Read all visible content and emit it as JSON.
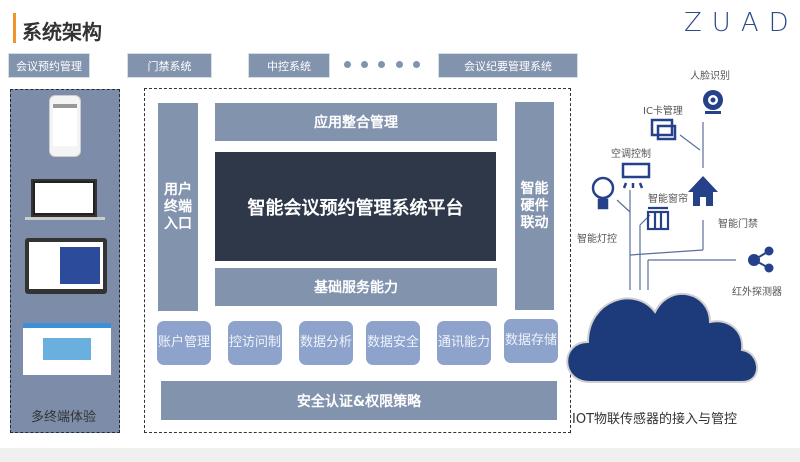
{
  "header": {
    "title": "系统架构",
    "logo": "ZUAD"
  },
  "top_systems": [
    "会议预约管理",
    "门禁系统",
    "中控系统",
    "会议纪要管理系统"
  ],
  "left_panel": {
    "label": "多终端体验",
    "devices": [
      "phone",
      "laptop",
      "tablet",
      "desktop-app"
    ]
  },
  "platform": {
    "left_column": "用户终端入口",
    "top_bar": "应用整合管理",
    "core": "智能会议预约管理系统平台",
    "bottom_bar": "基础服务能力",
    "right_column": "智能硬件联动",
    "modules": [
      [
        "账户",
        "管理"
      ],
      [
        "控访",
        "问制"
      ],
      [
        "数据",
        "分析"
      ],
      [
        "数据",
        "安全"
      ],
      [
        "通讯",
        "能力"
      ],
      [
        "数据",
        "存储"
      ]
    ],
    "security": "安全认证&权限策略"
  },
  "iot": {
    "devices": {
      "face": "人脸识别",
      "ic": "IC卡管理",
      "ac": "空调控制",
      "light": "智能灯控",
      "curtain": "智能窗帘",
      "door": "智能门禁",
      "infrared": "红外探测器"
    },
    "label": "IOT物联传感器的接入与管控"
  },
  "colors": {
    "accent": "#f0932b",
    "block": "#8293ae",
    "core": "#2e3849",
    "iot": "#1f3d7a"
  }
}
